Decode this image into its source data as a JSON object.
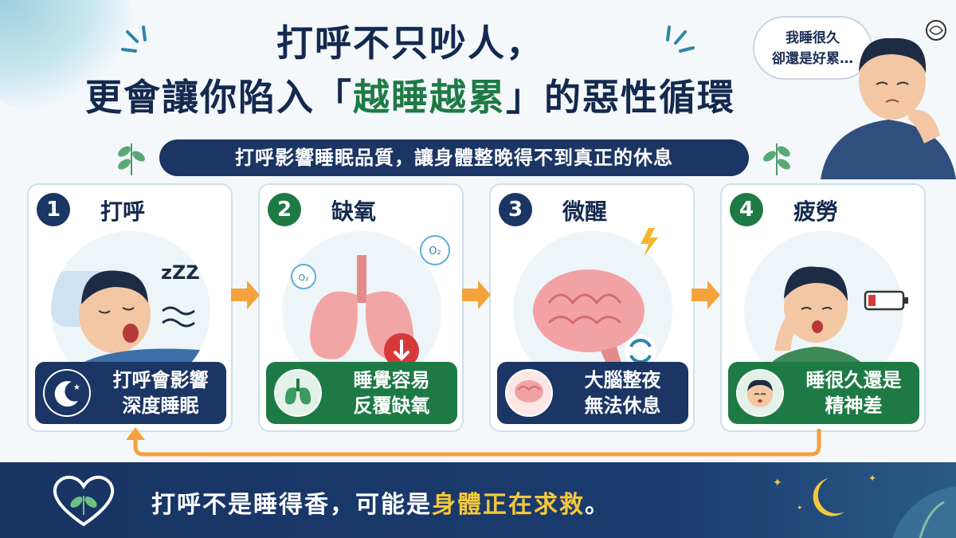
{
  "title": {
    "line1": "打呼不只吵人，",
    "line2_pre": "更會讓你陷入",
    "line2_open": "「",
    "line2_highlight": "越睡越累",
    "line2_close": "」",
    "line2_post": "的惡性循環"
  },
  "subtitle": "打呼影響睡眠品質，讓身體整晚得不到真正的休息",
  "bubble": {
    "line1": "我睡很久",
    "line2": "卻還是好累…"
  },
  "colors": {
    "navy": "#1b3564",
    "green": "#1e7a45",
    "orange": "#f4a23c",
    "yellow": "#f5c83a"
  },
  "steps": [
    {
      "num": "1",
      "title": "打呼",
      "pill_line1": "打呼會影響",
      "pill_line2": "深度睡眠",
      "icon": "moon-stars-icon",
      "image": "snoring-man"
    },
    {
      "num": "2",
      "title": "缺氧",
      "pill_line1": "睡覺容易",
      "pill_line2": "反覆缺氧",
      "icon": "lungs-icon",
      "image": "lungs-down-arrow"
    },
    {
      "num": "3",
      "title": "微醒",
      "pill_line1": "大腦整夜",
      "pill_line2": "無法休息",
      "icon": "brain-icon",
      "image": "brain-refresh"
    },
    {
      "num": "4",
      "title": "疲勞",
      "pill_line1": "睡很久還是",
      "pill_line2": "精神差",
      "icon": "tired-face-icon",
      "image": "tired-boy-low-battery"
    }
  ],
  "o2_label": "O₂",
  "snore_label": "zZZ",
  "footer": {
    "text_pre": "打呼不是睡得香，可能是",
    "text_highlight": "身體正在求救",
    "text_post": "。"
  }
}
